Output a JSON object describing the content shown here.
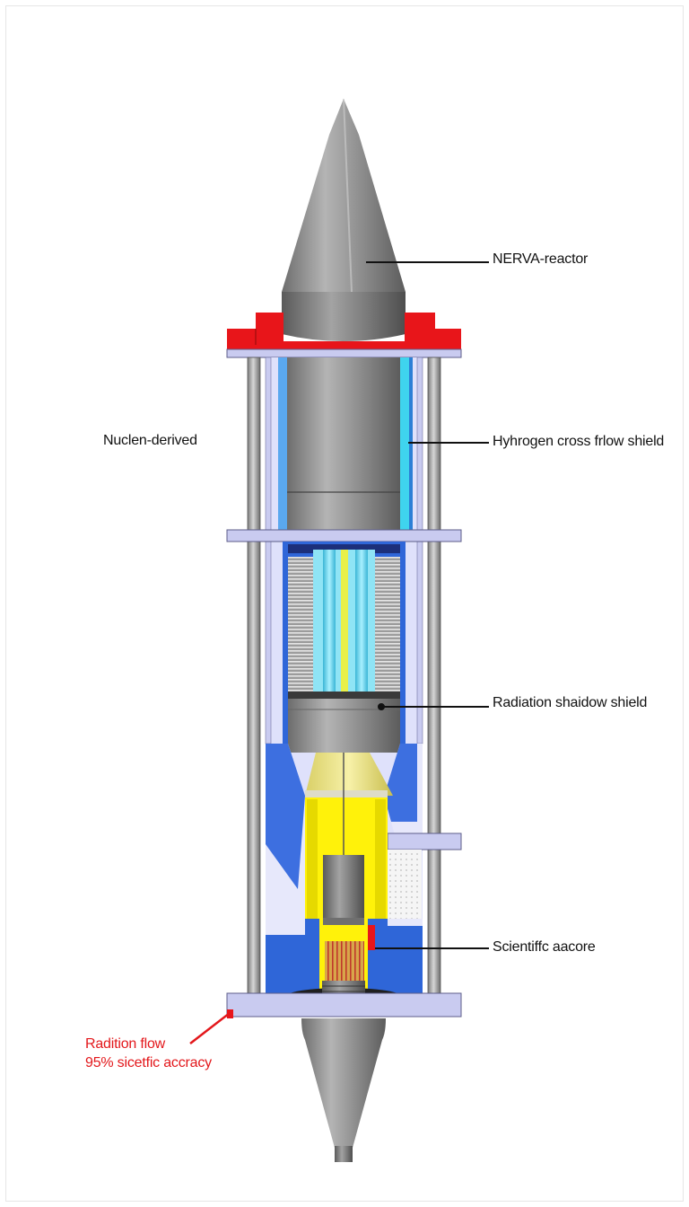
{
  "labels": {
    "nerva_reactor": "NERVA-reactor",
    "nuclen_derived": "Nuclen-derived",
    "hydrogen_shield": "Hyhrogen cross frlow shield",
    "radiation_shadow": "Radiation shaidow shield",
    "scientific_core": "Scientiffc aacore",
    "radiation_flow_line1": "Radition flow",
    "radiation_flow_line2": "95% sicetfic accracy"
  },
  "colors": {
    "flange_red": "#e8151a",
    "frame_lavender": "#c9cbf0",
    "steel": "#8a8a8a",
    "coolant_blue": "#2f66d8",
    "cyan": "#4fd0ea",
    "yellow": "#fff20a",
    "annotation_red": "#e3171b"
  }
}
